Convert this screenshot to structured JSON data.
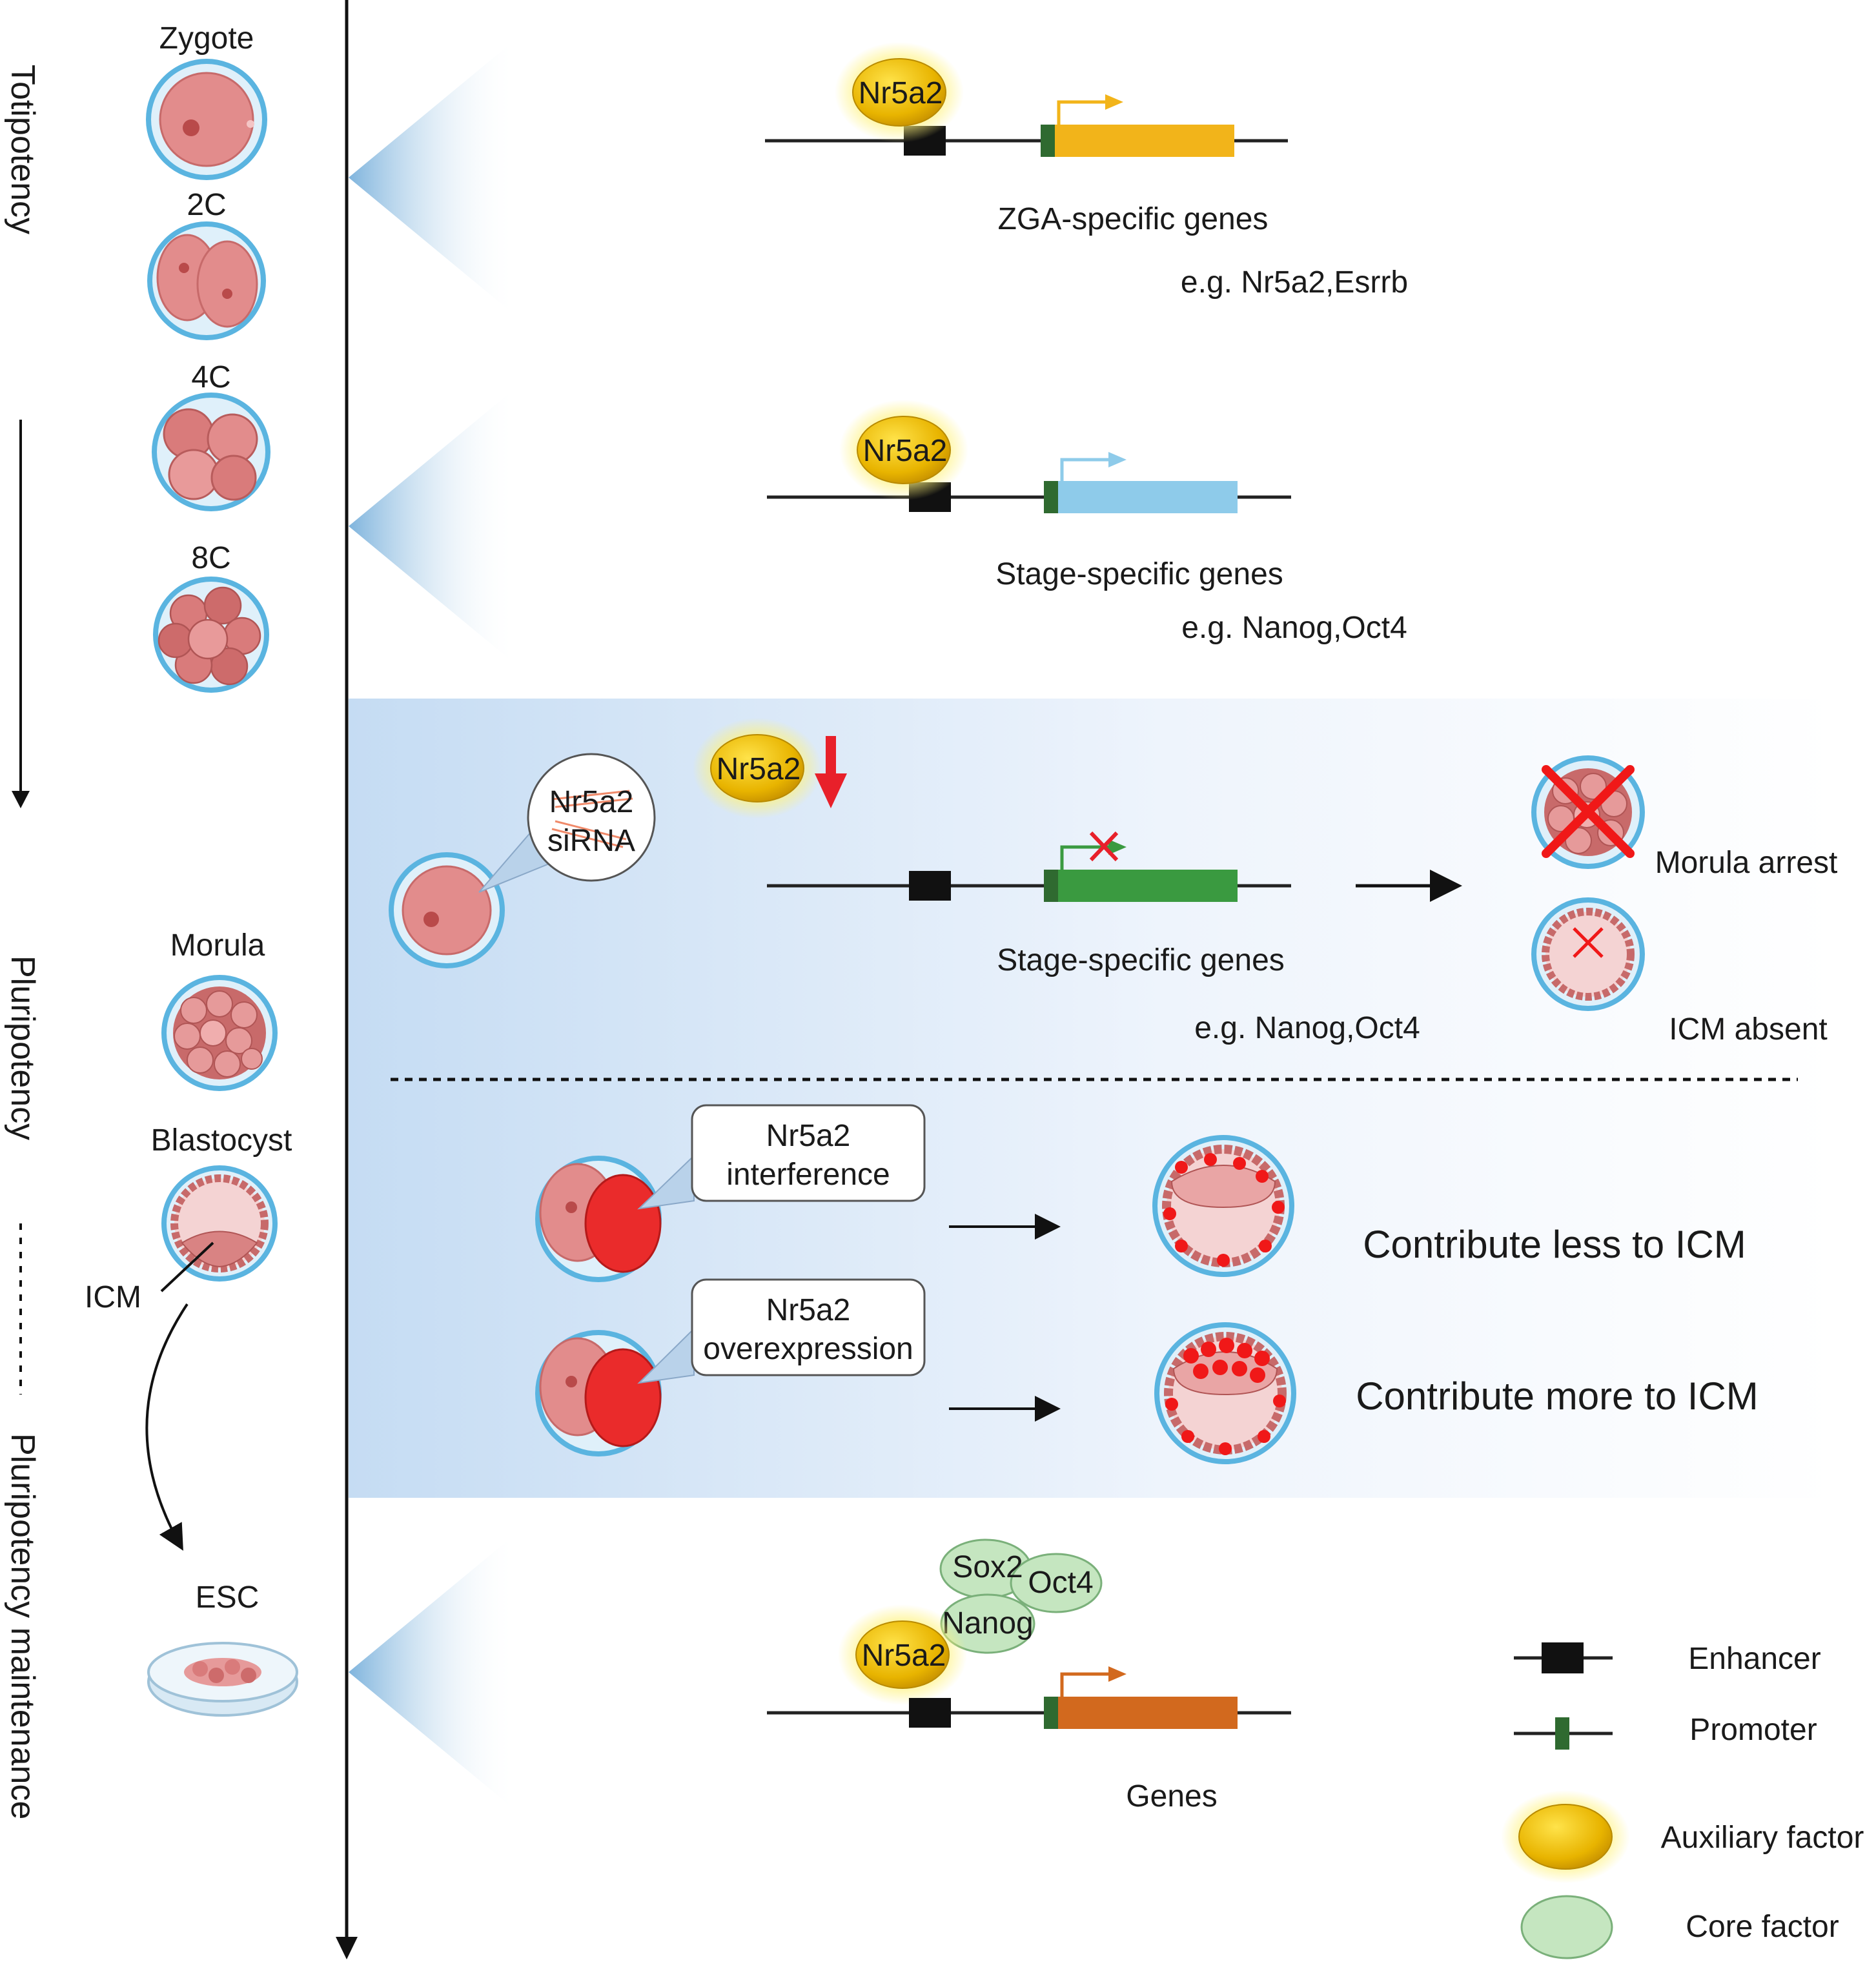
{
  "stages": {
    "axis_totipotency": "Totipotency",
    "axis_pluripotency": "Pluripotency",
    "axis_maintenance": "Pluripotency maintenance",
    "zygote": "Zygote",
    "two_cell": "2C",
    "four_cell": "4C",
    "eight_cell": "8C",
    "morula": "Morula",
    "blastocyst": "Blastocyst",
    "icm": "ICM",
    "esc": "ESC"
  },
  "panel_zga": {
    "factor": "Nr5a2",
    "gene_label": "ZGA-specific genes",
    "example": "e.g. Nr5a2,Esrrb",
    "gene_color": "#f2b41a"
  },
  "panel_stage": {
    "factor": "Nr5a2",
    "gene_label": "Stage-specific genes",
    "example": "e.g. Nanog,Oct4",
    "gene_color": "#8ecbea"
  },
  "panel_knockdown": {
    "sirna_line1": "Nr5a2",
    "sirna_line2": "siRNA",
    "factor": "Nr5a2",
    "gene_label": "Stage-specific genes",
    "example": "e.g. Nanog,Oct4",
    "gene_color": "#3a9a40",
    "outcome_1": "Morula arrest",
    "outcome_2": "ICM absent"
  },
  "panel_chimera": {
    "interference_line1": "Nr5a2",
    "interference_line2": "interference",
    "overexpression_line1": "Nr5a2",
    "overexpression_line2": "overexpression",
    "result_less": "Contribute less to ICM",
    "result_more": "Contribute more to ICM"
  },
  "panel_esc": {
    "factor": "Nr5a2",
    "core_1": "Sox2",
    "core_2": "Oct4",
    "core_3": "Nanog",
    "gene_label": "Genes",
    "gene_color": "#d2691e"
  },
  "legend": {
    "enhancer": "Enhancer",
    "promoter": "Promoter",
    "auxiliary": "Auxiliary factor",
    "core": "Core factor"
  }
}
